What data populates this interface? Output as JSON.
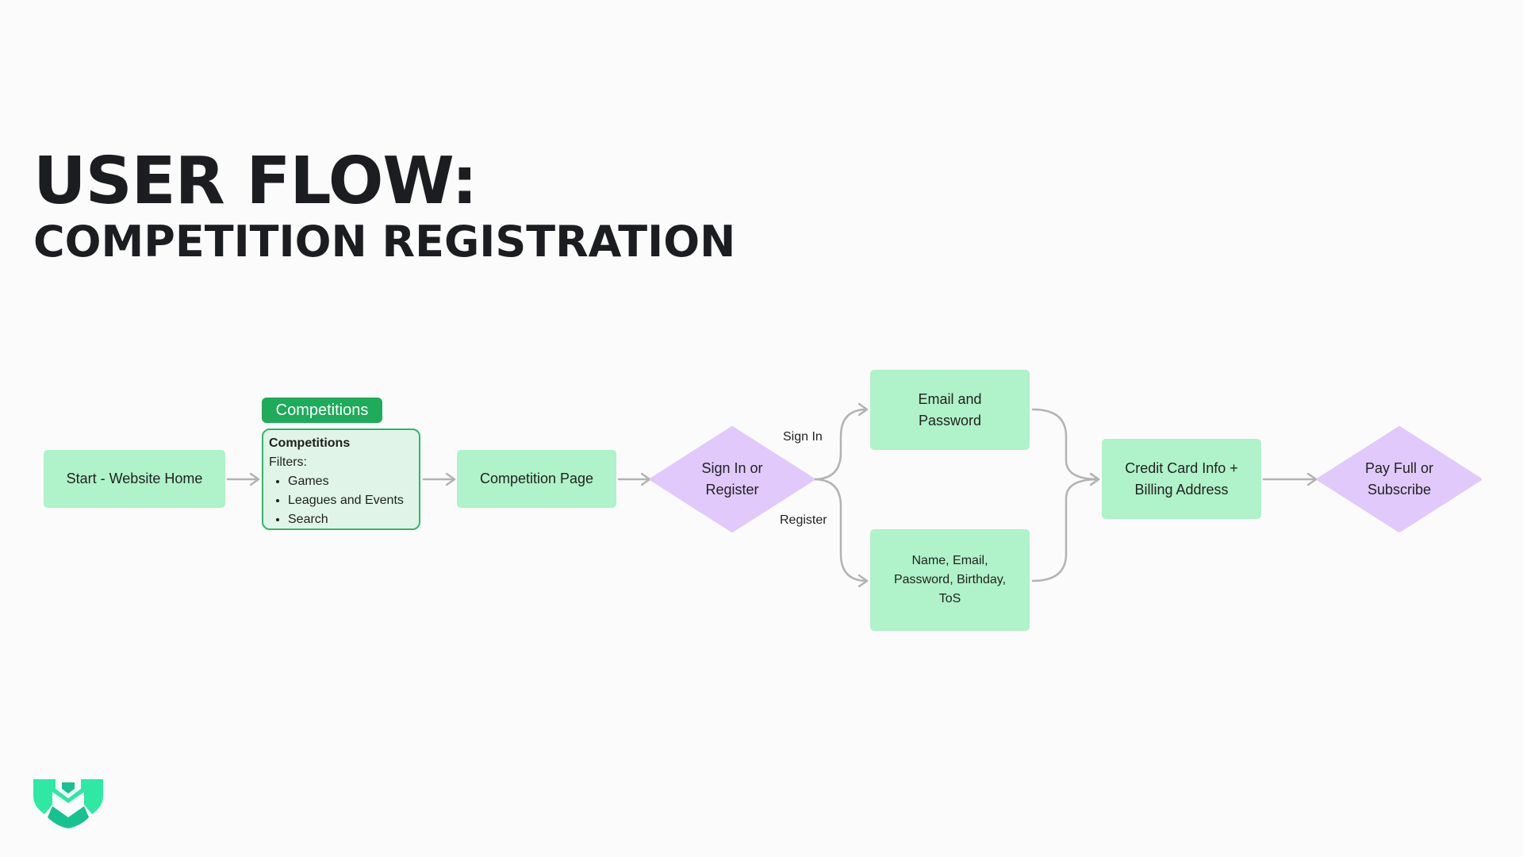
{
  "title": "USER FLOW:",
  "subtitle": "COMPETITION REGISTRATION",
  "nodes": {
    "start": "Start - Website Home",
    "competitions_tag": "Competitions",
    "competitions_box": {
      "heading": "Competitions",
      "filters_label": "Filters:",
      "items": [
        "Games",
        "Leagues and Events",
        "Search"
      ]
    },
    "competition_page": "Competition Page",
    "sign_in_or_register": "Sign In or Register",
    "email_password": "Email and Password",
    "name_email": "Name, Email, Password, Birthday, ToS",
    "credit_card": "Credit Card Info + Billing Address",
    "pay": "Pay Full or Subscribe"
  },
  "edges": {
    "sign_in": "Sign In",
    "register": "Register"
  },
  "colors": {
    "process_node": "#b0f2c9",
    "decision_node": "#e1c9fb",
    "tag": "#1eab5a",
    "connector": "#b3b3b3",
    "logo_light": "#2de9a3",
    "logo_dark": "#16c28f"
  },
  "logo": "brand-shield-logo"
}
